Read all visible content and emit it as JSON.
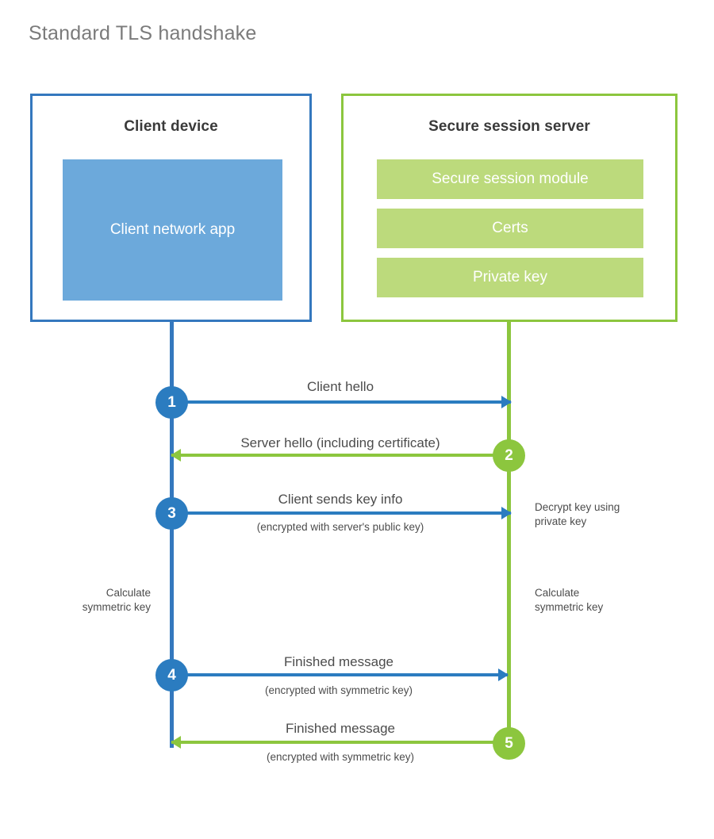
{
  "page": {
    "title": "Standard TLS handshake"
  },
  "entities": {
    "client": {
      "title": "Client device",
      "app_label": "Client network app"
    },
    "server": {
      "title": "Secure session server",
      "bars": [
        {
          "label": "Secure session module"
        },
        {
          "label": "Certs"
        },
        {
          "label": "Private key"
        }
      ]
    }
  },
  "steps": [
    {
      "number": "1",
      "label": "Client hello",
      "sublabel": "",
      "direction": "client-to-server",
      "color": "#2b7cc0"
    },
    {
      "number": "2",
      "label": "Server hello (including certificate)",
      "sublabel": "",
      "direction": "server-to-client",
      "color": "#8cc63e"
    },
    {
      "number": "3",
      "label": "Client sends key info",
      "sublabel": "(encrypted with server's public key)",
      "direction": "client-to-server",
      "color": "#2b7cc0"
    },
    {
      "number": "4",
      "label": "Finished message",
      "sublabel": "(encrypted with symmetric key)",
      "direction": "client-to-server",
      "color": "#2b7cc0"
    },
    {
      "number": "5",
      "label": "Finished message",
      "sublabel": "(encrypted with symmetric key)",
      "direction": "server-to-client",
      "color": "#8cc63e"
    }
  ],
  "annotations": {
    "server_decrypt": "Decrypt key using\nprivate key",
    "client_calculate": "Calculate\nsymmetric key",
    "server_calculate": "Calculate\nsymmetric key"
  },
  "colors": {
    "client_accent": "#3478be",
    "client_circle": "#2b7cc0",
    "client_app_fill": "#6ca9db",
    "server_accent": "#8cc63e",
    "server_bar_fill": "#bcda7c",
    "title_text": "#7b7b7b",
    "body_text": "#4c4c4c",
    "background": "#ffffff"
  }
}
